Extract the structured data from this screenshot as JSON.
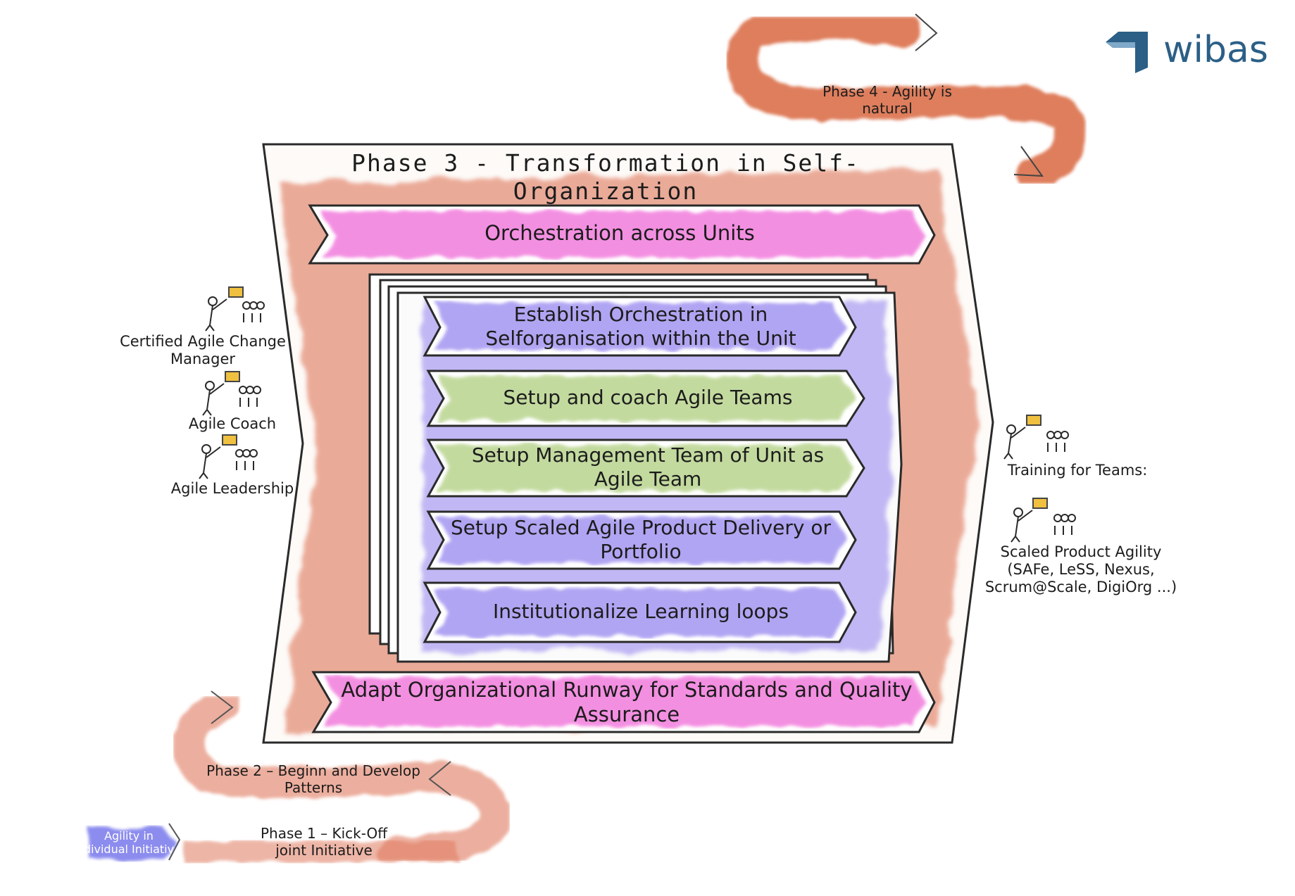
{
  "logo": {
    "text": "wibas",
    "brand_color": "#2b5f86"
  },
  "colors": {
    "phase_wash": "#e07a5f",
    "orchestration": "#f06ad8",
    "step_purple": "#9d8ff0",
    "step_green": "#b9d48f",
    "arrow_start": "#5b5be8"
  },
  "phase3": {
    "title": "Phase 3 - Transformation in Self-Organization",
    "top_bar": "Orchestration across Units",
    "steps": [
      {
        "lines": [
          "Establish Orchestration in",
          "Selforganisation within the Unit"
        ],
        "color": "purple"
      },
      {
        "lines": [
          "Setup and coach Agile Teams"
        ],
        "color": "green"
      },
      {
        "lines": [
          "Setup Management Team of Unit as",
          "Agile Team"
        ],
        "color": "green"
      },
      {
        "lines": [
          "Setup Scaled Agile Product Delivery or",
          "Portfolio"
        ],
        "color": "purple"
      },
      {
        "lines": [
          "Institutionalize Learning loops"
        ],
        "color": "purple"
      }
    ],
    "bottom_bar": {
      "lines": [
        "Adapt Organizational Runway for Standards and Quality",
        "Assurance"
      ]
    }
  },
  "phase4": {
    "lines": [
      "Phase 4 - Agility is",
      "natural"
    ]
  },
  "phase2": {
    "lines": [
      "Phase 2 – Beginn and Develop",
      "Patterns"
    ]
  },
  "phase1": {
    "lines": [
      "Phase 1 – Kick-Off",
      "joint Initiative"
    ]
  },
  "start_arrow": {
    "lines": [
      "Agility in",
      "dividual Initiativ"
    ]
  },
  "left_roles": [
    {
      "lines": [
        "Certified Agile Change",
        "Manager"
      ]
    },
    {
      "lines": [
        "Agile Coach"
      ]
    },
    {
      "lines": [
        "Agile Leadership"
      ]
    }
  ],
  "right_trainings": [
    {
      "lines": [
        "Training for Teams:"
      ]
    },
    {
      "lines": [
        "Scaled Product Agility",
        "(SAFe, LeSS, Nexus,",
        "Scrum@Scale, DigiOrg ...)"
      ]
    }
  ]
}
